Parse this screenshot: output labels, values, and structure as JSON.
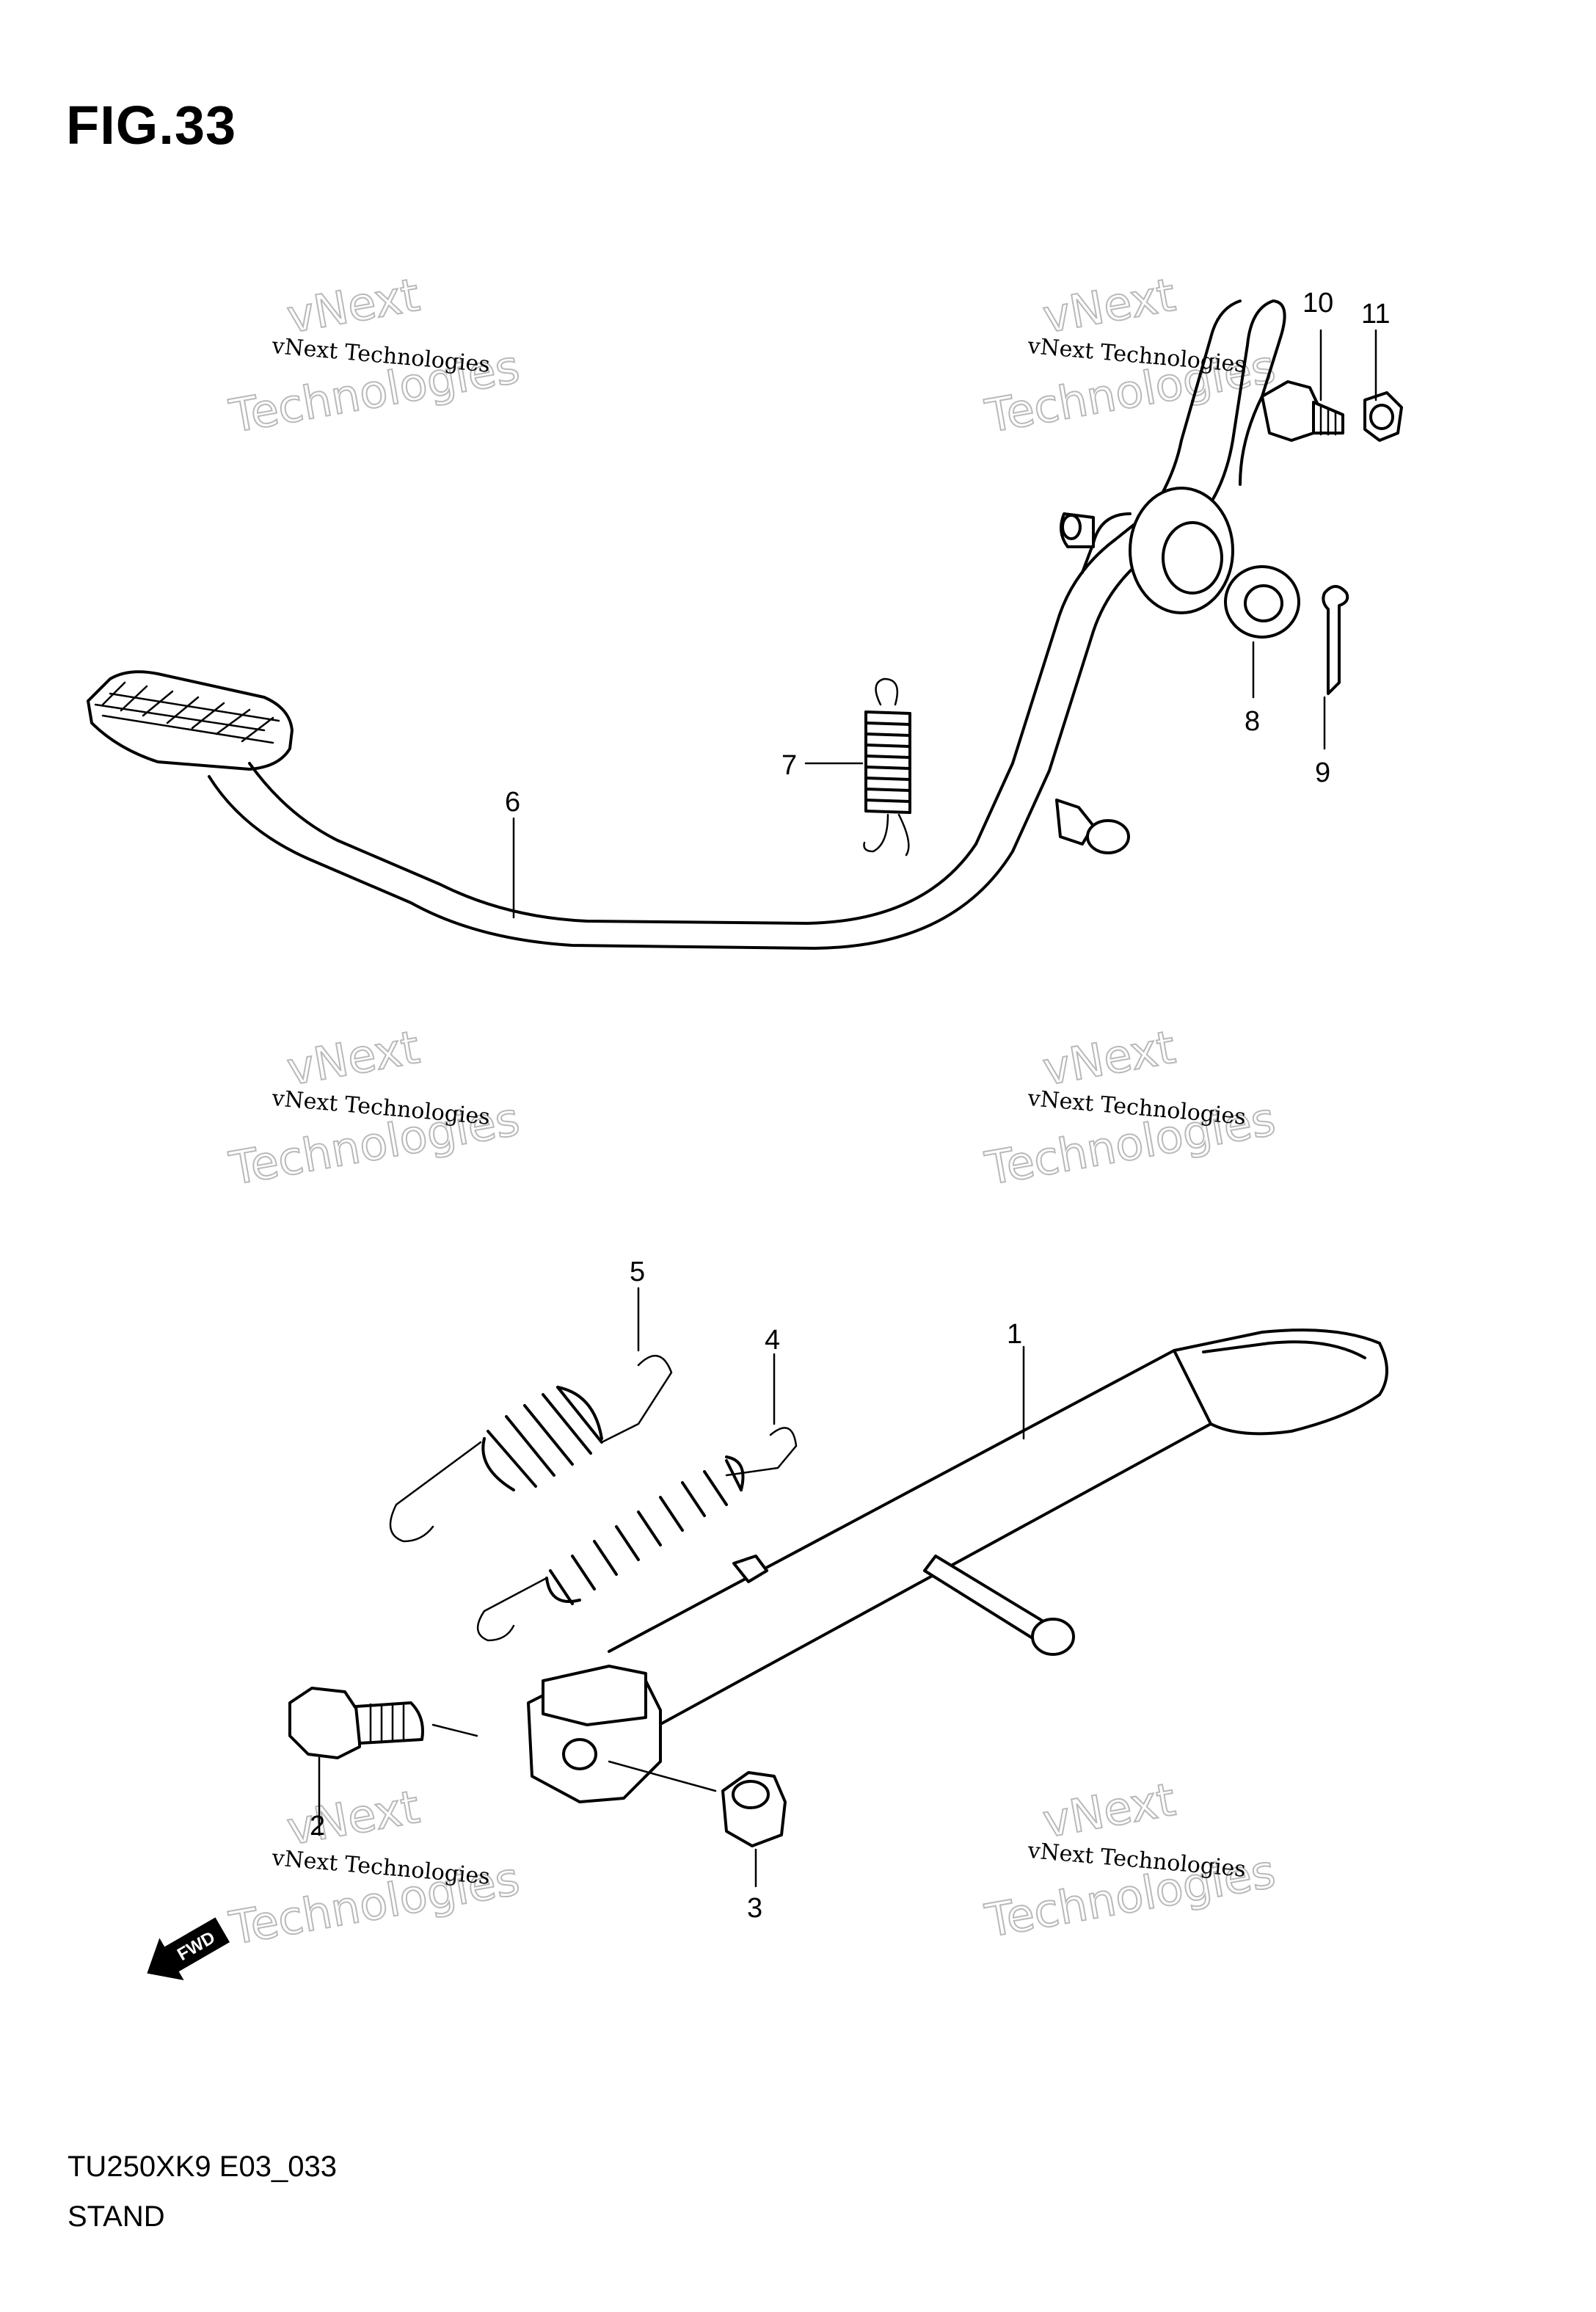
{
  "figure": {
    "title": "FIG.33",
    "model_code": "TU250XK9 E03_033",
    "section": "STAND"
  },
  "watermark": {
    "line1": "vNext Technologies",
    "big_top": "vNext",
    "big_bottom": "Technologies"
  },
  "fwd_label": "FWD",
  "callouts": [
    "1",
    "2",
    "3",
    "4",
    "5",
    "6",
    "7",
    "8",
    "9",
    "10",
    "11"
  ]
}
